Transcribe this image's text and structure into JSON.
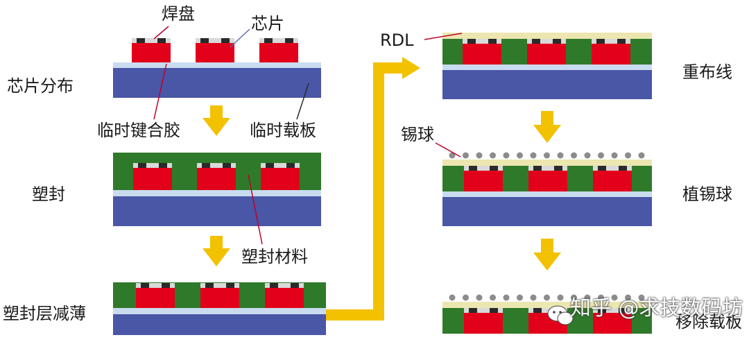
{
  "labels": {
    "pad": "焊盘",
    "chip": "芯片",
    "chip_distribution": "芯片分布",
    "temp_bonding_glue": "临时键合胶",
    "temp_carrier": "临时载板",
    "molding": "塑封",
    "molding_material": "塑封材料",
    "molding_thinning": "塑封层减薄",
    "rdl": "RDL",
    "redistribution": "重布线",
    "solder_ball": "锡球",
    "ball_mounting": "植锡球",
    "remove_carrier": "移除载板"
  },
  "watermark": "知乎 @求技数码坊",
  "colors": {
    "carrier": "#4a56a6",
    "glue": "#c9dcef",
    "chip": "#e2001a",
    "mold": "#2f7a2a",
    "pad_dark": "#2a2a2a",
    "pad_light": "#d9d9d9",
    "rdl": "#ece6b0",
    "ball": "#8c8c8c",
    "arrow": "#f2c100",
    "leader": "#c0002a"
  },
  "icons": [
    "down-arrow-icon",
    "right-arrow-icon",
    "wechat-icon"
  ]
}
